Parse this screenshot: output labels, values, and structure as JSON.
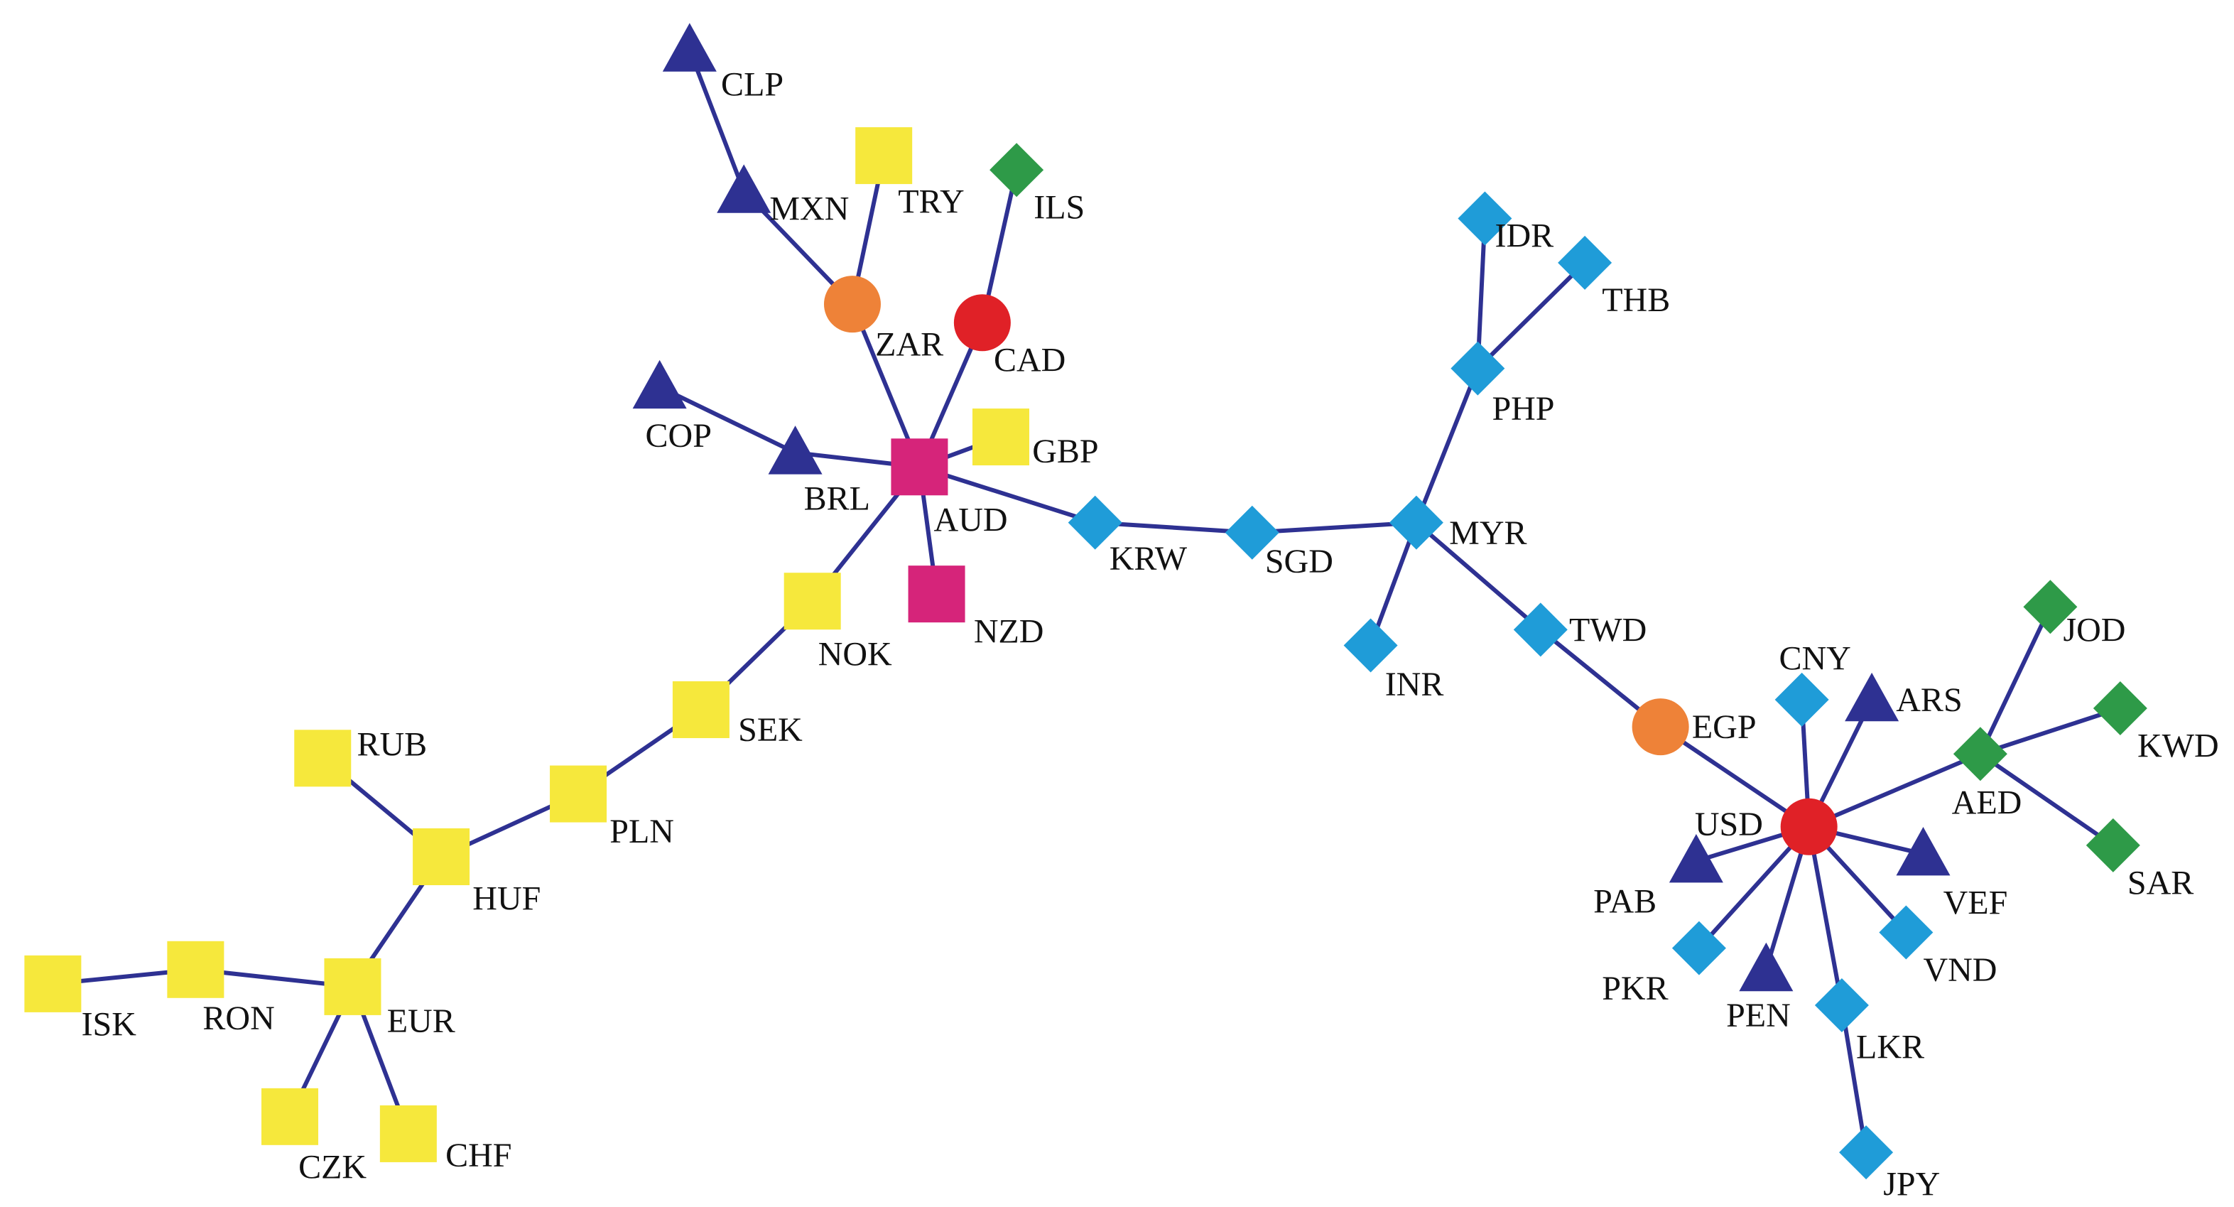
{
  "colors": {
    "edge": "#2e3192",
    "yellow": "#f6e83c",
    "magenta": "#d6247a",
    "navy": "#2e3192",
    "cyan": "#1f9cd8",
    "green": "#2e9a48",
    "orange": "#ee8238",
    "red": "#e02127",
    "label": "#111111"
  },
  "nodes": [
    {
      "id": "CLP",
      "label": "CLP",
      "shape": "triangle-navy"
    },
    {
      "id": "MXN",
      "label": "MXN",
      "shape": "triangle-navy"
    },
    {
      "id": "TRY",
      "label": "TRY",
      "shape": "square-yellow"
    },
    {
      "id": "ILS",
      "label": "ILS",
      "shape": "diamond-green"
    },
    {
      "id": "ZAR",
      "label": "ZAR",
      "shape": "circle-orange"
    },
    {
      "id": "CAD",
      "label": "CAD",
      "shape": "circle-red"
    },
    {
      "id": "COP",
      "label": "COP",
      "shape": "triangle-navy"
    },
    {
      "id": "BRL",
      "label": "BRL",
      "shape": "triangle-navy"
    },
    {
      "id": "AUD",
      "label": "AUD",
      "shape": "square-magenta"
    },
    {
      "id": "GBP",
      "label": "GBP",
      "shape": "square-yellow"
    },
    {
      "id": "NZD",
      "label": "NZD",
      "shape": "square-magenta"
    },
    {
      "id": "NOK",
      "label": "NOK",
      "shape": "square-yellow"
    },
    {
      "id": "SEK",
      "label": "SEK",
      "shape": "square-yellow"
    },
    {
      "id": "PLN",
      "label": "PLN",
      "shape": "square-yellow"
    },
    {
      "id": "RUB",
      "label": "RUB",
      "shape": "square-yellow"
    },
    {
      "id": "HUF",
      "label": "HUF",
      "shape": "square-yellow"
    },
    {
      "id": "EUR",
      "label": "EUR",
      "shape": "square-yellow"
    },
    {
      "id": "RON",
      "label": "RON",
      "shape": "square-yellow"
    },
    {
      "id": "ISK",
      "label": "ISK",
      "shape": "square-yellow"
    },
    {
      "id": "CZK",
      "label": "CZK",
      "shape": "square-yellow"
    },
    {
      "id": "CHF",
      "label": "CHF",
      "shape": "square-yellow"
    },
    {
      "id": "KRW",
      "label": "KRW",
      "shape": "diamond-cyan"
    },
    {
      "id": "SGD",
      "label": "SGD",
      "shape": "diamond-cyan"
    },
    {
      "id": "MYR",
      "label": "MYR",
      "shape": "diamond-cyan"
    },
    {
      "id": "PHP",
      "label": "PHP",
      "shape": "diamond-cyan"
    },
    {
      "id": "IDR",
      "label": "IDR",
      "shape": "diamond-cyan"
    },
    {
      "id": "THB",
      "label": "THB",
      "shape": "diamond-cyan"
    },
    {
      "id": "INR",
      "label": "INR",
      "shape": "diamond-cyan"
    },
    {
      "id": "TWD",
      "label": "TWD",
      "shape": "diamond-cyan"
    },
    {
      "id": "EGP",
      "label": "EGP",
      "shape": "circle-orange"
    },
    {
      "id": "USD",
      "label": "USD",
      "shape": "circle-red"
    },
    {
      "id": "CNY",
      "label": "CNY",
      "shape": "diamond-cyan"
    },
    {
      "id": "ARS",
      "label": "ARS",
      "shape": "triangle-navy"
    },
    {
      "id": "AED",
      "label": "AED",
      "shape": "diamond-green"
    },
    {
      "id": "JOD",
      "label": "JOD",
      "shape": "diamond-green"
    },
    {
      "id": "KWD",
      "label": "KWD",
      "shape": "diamond-green"
    },
    {
      "id": "SAR",
      "label": "SAR",
      "shape": "diamond-green"
    },
    {
      "id": "PAB",
      "label": "PAB",
      "shape": "triangle-navy"
    },
    {
      "id": "VEF",
      "label": "VEF",
      "shape": "triangle-navy"
    },
    {
      "id": "PKR",
      "label": "PKR",
      "shape": "diamond-cyan"
    },
    {
      "id": "PEN",
      "label": "PEN",
      "shape": "triangle-navy"
    },
    {
      "id": "VND",
      "label": "VND",
      "shape": "diamond-cyan"
    },
    {
      "id": "LKR",
      "label": "LKR",
      "shape": "diamond-cyan"
    },
    {
      "id": "JPY",
      "label": "JPY",
      "shape": "diamond-cyan"
    }
  ],
  "edges": [
    [
      "CLP",
      "MXN"
    ],
    [
      "MXN",
      "ZAR"
    ],
    [
      "TRY",
      "ZAR"
    ],
    [
      "ILS",
      "CAD"
    ],
    [
      "ZAR",
      "AUD"
    ],
    [
      "CAD",
      "AUD"
    ],
    [
      "COP",
      "BRL"
    ],
    [
      "BRL",
      "AUD"
    ],
    [
      "AUD",
      "GBP"
    ],
    [
      "AUD",
      "NZD"
    ],
    [
      "AUD",
      "NOK"
    ],
    [
      "AUD",
      "KRW"
    ],
    [
      "NOK",
      "SEK"
    ],
    [
      "SEK",
      "PLN"
    ],
    [
      "PLN",
      "HUF"
    ],
    [
      "RUB",
      "HUF"
    ],
    [
      "HUF",
      "EUR"
    ],
    [
      "EUR",
      "RON"
    ],
    [
      "RON",
      "ISK"
    ],
    [
      "EUR",
      "CZK"
    ],
    [
      "EUR",
      "CHF"
    ],
    [
      "KRW",
      "SGD"
    ],
    [
      "SGD",
      "MYR"
    ],
    [
      "MYR",
      "PHP"
    ],
    [
      "PHP",
      "IDR"
    ],
    [
      "PHP",
      "THB"
    ],
    [
      "MYR",
      "INR"
    ],
    [
      "MYR",
      "TWD"
    ],
    [
      "TWD",
      "EGP"
    ],
    [
      "EGP",
      "USD"
    ],
    [
      "USD",
      "CNY"
    ],
    [
      "USD",
      "ARS"
    ],
    [
      "USD",
      "AED"
    ],
    [
      "AED",
      "JOD"
    ],
    [
      "AED",
      "KWD"
    ],
    [
      "AED",
      "SAR"
    ],
    [
      "USD",
      "PAB"
    ],
    [
      "USD",
      "VEF"
    ],
    [
      "USD",
      "PKR"
    ],
    [
      "USD",
      "PEN"
    ],
    [
      "USD",
      "VND"
    ],
    [
      "USD",
      "LKR"
    ],
    [
      "LKR",
      "JPY"
    ]
  ]
}
